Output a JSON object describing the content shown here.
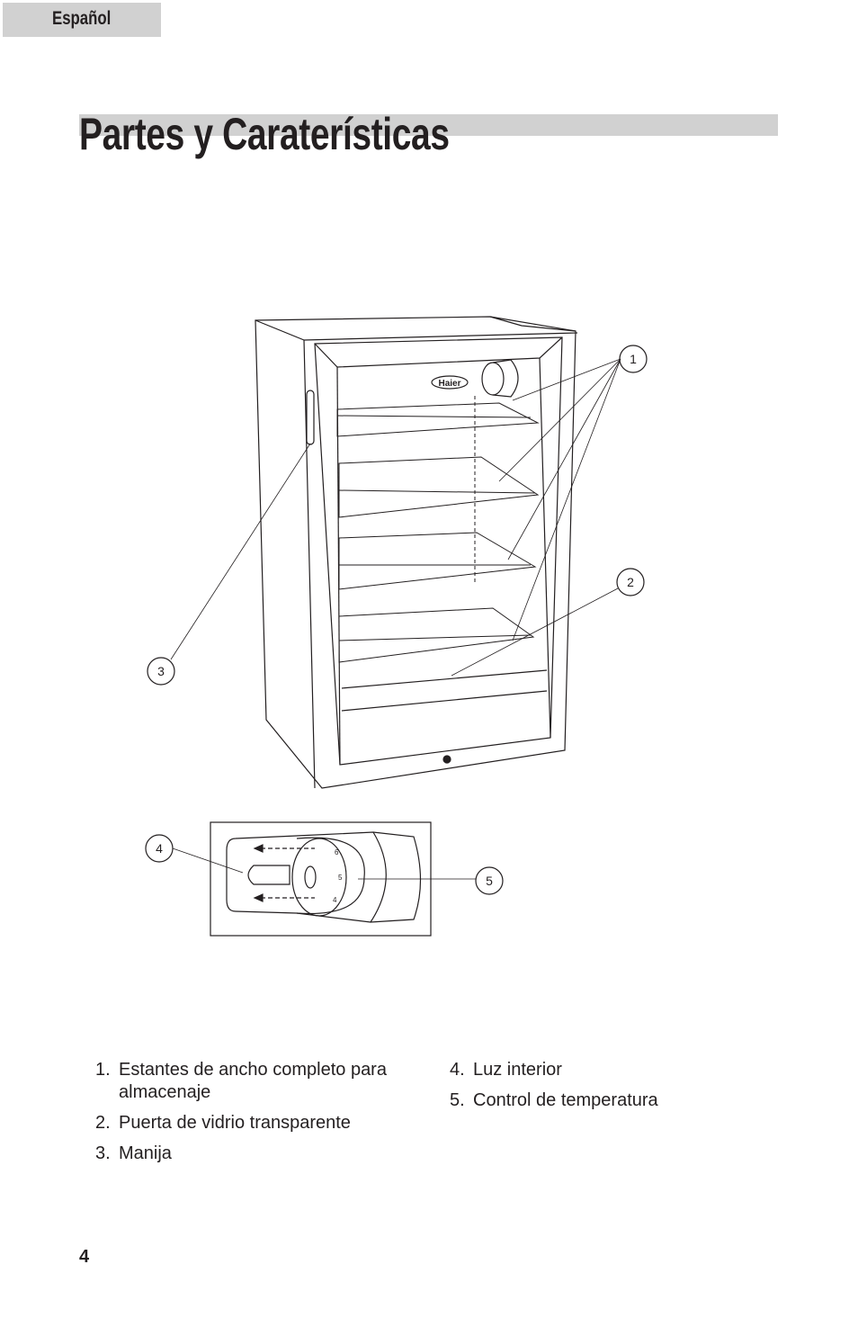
{
  "header": {
    "language": "Español"
  },
  "title": "Partes y Caraterísticas",
  "figure": {
    "brand_logo": "Haier",
    "callouts": [
      "1",
      "2",
      "3",
      "4",
      "5"
    ],
    "dial_marks": [
      "6",
      "5",
      "4"
    ]
  },
  "legend": {
    "column1": [
      {
        "num": "1.",
        "text": "Estantes de ancho completo para almacenaje"
      },
      {
        "num": "2.",
        "text": "Puerta de vidrio transparente"
      },
      {
        "num": "3.",
        "text": "Manija"
      }
    ],
    "column2": [
      {
        "num": "4.",
        "text": "Luz interior"
      },
      {
        "num": "5.",
        "text": "Control de temperatura"
      }
    ]
  },
  "page_number": "4"
}
